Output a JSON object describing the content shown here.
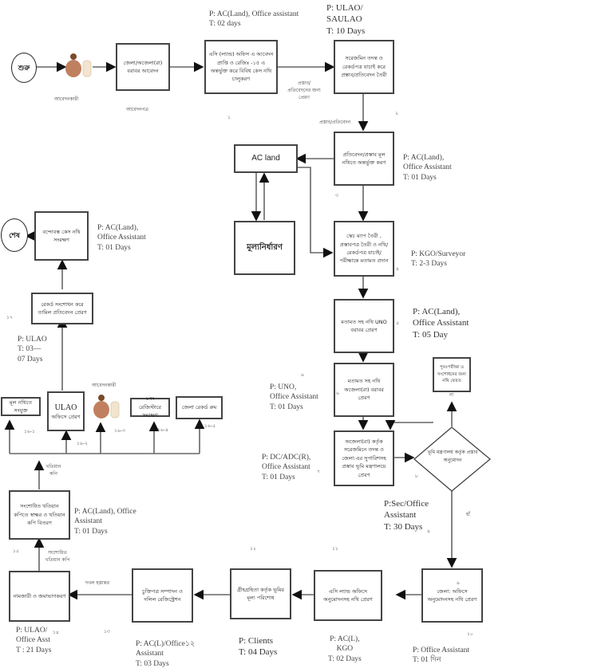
{
  "terminals": {
    "start": "শুরু",
    "end": "শেষ"
  },
  "applicant_label": "আবেদনকারী",
  "application_form_label": "আবেদনপত্র",
  "steps": {
    "s0": "জেলা/অজেলা(রা) বরাবর আবেদন",
    "s1": "এসি (ল্যান্ড) অফিস এ আবেদন প্রাপ্তি ও রেজিঃ -১৫ এ অন্তর্ভুক্ত করে বিবিধ কেস নথি চালুকরণ",
    "s2": "সরেজমিন তদন্ত ও রেকর্ডপত্র যাচাই করে প্রস্তাব/প্রতিবেদন তৈরী",
    "s3": "প্রতিবেদন/প্রস্তাব মূল নথিতে অন্তর্ভুক্ত করণ",
    "ac_land": "AC land",
    "valuation": "মূল্যনির্ধারণ",
    "s4": "স্কেচ ম্যাপ তৈরী , প্রস্তাবপত্র তৈরী ও নথি/রেকর্ডপত্র যাচাই/পরীক্ষান্তে মতামত প্রদান",
    "s5": "মতামত সহ নথি UNO বরাবর প্রেরণ",
    "s6": "মতামত সহ নথি অজেলা(রা) বরাবর প্রেরণ",
    "s6_num_inline": "৬",
    "s7": "অজেলা(রা) কর্তৃক সরেজমিনে তদন্ত ও জেলা:এর সুপারিশসহ প্রস্তাব ভূমি মন্ত্রণালয়ে প্রেরণ",
    "recheck": "পুনঃপরীক্ষা ও সংশোধনের জন্য নথি ফেরত",
    "decision": "ভূমি মন্ত্রণালয় কর্তৃক প্রস্তাব অনুমোদন",
    "s10_num_inline": "৯",
    "s10": "জেলা: অফিসে অনুমোদনসহ নথি প্রেরণ",
    "s11": "এসি ল্যান্ড অফিসে অনুমোদনসহ নথি প্রেরণ",
    "s12": "গ্রীহগ্রহিতা কর্তৃক ভূমির মূল্য পরিশোধ",
    "s13": "চুক্তিপত্র সম্পাদন ও দলিল রেজিস্ট্রেশন",
    "s14": "নামজারী ও জমাভাগকরণ",
    "s15": "সংশোধিত খতিয়ান কপিতে স্বাক্ষর ও খতিয়ান কপি বিতরণ",
    "d1": "মূল নথিতে সংযুক্ত",
    "d2_title": "ULAO",
    "d2": "অফিসে প্রেরণ",
    "d4": "১নং রেজিস্টারে সংরক্ষণ",
    "d5": "জেলা রেকর্ড রুম",
    "s17": "রেকর্ড সংশোধন করে তামিল প্রতিবেদন প্রেরণ",
    "s18": "বন্দোবস্ত কেস নথি সংরক্ষণ"
  },
  "edge_labels": {
    "to_proposal": "প্রস্তাব/ প্রতিবেদনের জন্য প্রেরণ",
    "proposal_report": "প্রস্তাব/প্রতিবেদন",
    "no": "না",
    "yes": "হাঁ",
    "possession": "দখল হস্তান্তর",
    "corrected_khatian": "সংশোধিত খতিয়ান কপি",
    "khatian_copy": "খতিয়ান কপি"
  },
  "step_numbers": {
    "n1": "১",
    "n2": "২",
    "n3": "৩",
    "n4": "৪",
    "n5": "৫",
    "n6": "৬",
    "n7": "৭",
    "n8": "৮",
    "n9": "৯",
    "n10": "১০",
    "n11": "১১",
    "n12": "১২",
    "n13": "১৩",
    "n14": "১৪",
    "n15": "১৫",
    "n16_1": "১৬-১",
    "n16_2": "১৬-২",
    "n16_3": "১৬-৩",
    "n16_4": "১৬-৪",
    "n16_5": "১৬-৫",
    "n17": "১৭"
  },
  "assignments": {
    "a1": "P: AC(Land), Office assistant\nT: 02 days",
    "a2": "P: ULAO/\nSAULAO\nT: 10 Days",
    "a3": "P:  AC(Land),\n   Office Assistant\nT:  01 Days",
    "a4": "P: KGO/Surveyor\nT: 2-3 Days",
    "a5": "P:  AC(Land),\n   Office Assistant\nT:  05 Day",
    "a6": "P:  UNO,\n   Office Assistant\nT:  01 Days",
    "a7": "P:  DC/ADC(R),\n   Office Assistant\nT:  01 Days",
    "a9": "P:Sec/Office\nAssistant\nT:  30 Days",
    "a10": "P:  Office Assistant\nT:  01 দিন",
    "a11": "P: AC(L),\nKGO\nT: 02 Days",
    "a12": "P: Clients\nT: 04 Days",
    "a13": "P: AC(L)/Office১২\nAssistant\nT: 03  Days",
    "a14": "P: ULAO/\nOffice Asst\nT : 21 Days",
    "a15": "P: AC(Land), Office\nAssistant\nT: 01 Days",
    "a17": "P: ULAO\nT: 03—\n07 Days",
    "a18": "P:  AC(Land),\n   Office Assistant\nT:  01 Days"
  }
}
